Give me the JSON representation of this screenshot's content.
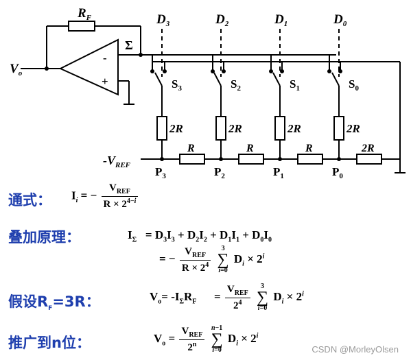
{
  "circuit": {
    "feedback_resistor": "R",
    "feedback_resistor_sub": "F",
    "sigma": "Σ",
    "minus": "-",
    "plus": "+",
    "vo": "V",
    "vo_sub": "o",
    "vref_prefix": "-V",
    "vref_sub": "REF",
    "bits": [
      {
        "d": "D",
        "d_sub": "3",
        "s": "S",
        "s_sub": "3",
        "p": "P",
        "p_sub": "3"
      },
      {
        "d": "D",
        "d_sub": "2",
        "s": "S",
        "s_sub": "2",
        "p": "P",
        "p_sub": "2"
      },
      {
        "d": "D",
        "d_sub": "1",
        "s": "S",
        "s_sub": "1",
        "p": "P",
        "p_sub": "1"
      },
      {
        "d": "D",
        "d_sub": "0",
        "s": "S",
        "s_sub": "0",
        "p": "P",
        "p_sub": "0"
      }
    ],
    "r_2r": "2R",
    "r_series": "R",
    "r_terminal": "2R"
  },
  "formulas": {
    "general_label": "通式：",
    "superposition_label": "叠加原理：",
    "assume_label": "假设R",
    "assume_label_sub": "F",
    "assume_label_tail": "=3R：",
    "generalize_label": "推广到n位："
  },
  "watermark": "CSDN @MorleyOlsen"
}
